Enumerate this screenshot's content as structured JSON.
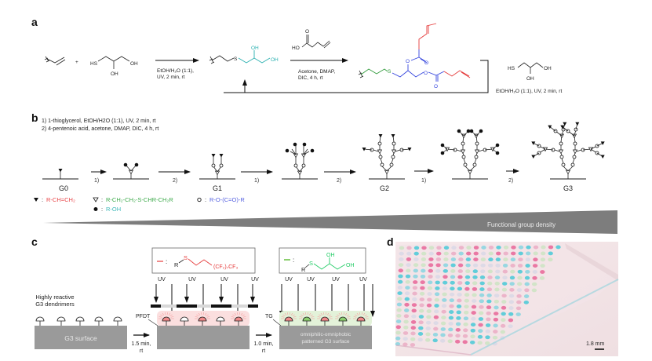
{
  "panels": {
    "a": "a",
    "b": "b",
    "c": "c",
    "d": "d"
  },
  "panel_a": {
    "plus": "+",
    "reagent_thiol": {
      "hs": "HS",
      "oh1": "OH",
      "oh2": "OH"
    },
    "step1_conditions": [
      "EtOH/H₂O (1:1),",
      "UV, 2 min, rt"
    ],
    "product1": {
      "s": "S",
      "oh1": "OH",
      "oh2": "OH"
    },
    "acid": {
      "o": "O",
      "ho": "HO"
    },
    "step2_conditions": [
      "Acetone, DMAP,",
      "DIC, 4 h, rt"
    ],
    "product2": {
      "s": "S",
      "o1": "O",
      "o2": "O",
      "o3": "O",
      "o4": "O"
    },
    "loop_reagent": {
      "hs": "HS",
      "oh1": "OH",
      "oh2": "OH"
    },
    "loop_conditions": "EtOH/H₂O (1:1), UV, 2 min, rt"
  },
  "panel_b": {
    "steps": [
      "1) 1-thioglycerol, EtOH/H2O (1:1), UV, 2 min, rt",
      "2) 4-pentenoic acid, acetone, DMAP, DIC, 4 h, rt"
    ],
    "generations": [
      "G0",
      "G1",
      "G2",
      "G3"
    ],
    "arrow_labels": [
      "1)",
      "2)",
      "1)",
      "2)",
      "1)",
      "2)"
    ],
    "legend": [
      {
        "symbol": "▼",
        "text": "R-CH=CH₂",
        "color": "#e8474a"
      },
      {
        "symbol": "▽",
        "text": "R-CH₂-CH₂-S-CHR-CH₂R",
        "color": "#3daa4b"
      },
      {
        "symbol": "○",
        "text": "R-O-(C=O)-R",
        "color": "#5561e0"
      },
      {
        "symbol": "●",
        "text": "R-OH",
        "color": "#3cb8b8"
      }
    ],
    "density_label": "Functional group density"
  },
  "panel_c": {
    "dendrimer_label": [
      "Highly reactive",
      "G3 dendrimers"
    ],
    "surface_label": "G3 surface",
    "arrow1": [
      "1.5 min,",
      "rt"
    ],
    "arrow2": [
      "1.0 min,",
      "rt"
    ],
    "pfdt_label": "PFDT",
    "tg_label": "TG",
    "uv": "UV",
    "pfdt_box": {
      "colon": ":",
      "r": "R",
      "s": "S",
      "chain": "(CF₂)₇CF₃"
    },
    "tg_box": {
      "colon": ":",
      "r": "R",
      "s": "S",
      "oh1": "OH",
      "oh2": "OH"
    },
    "final_surface": [
      "omniphilic-omniphobic",
      "patterned G3 surface"
    ],
    "colors": {
      "pfdt": "#f08a8a",
      "tg": "#8ccf6e"
    }
  },
  "panel_d": {
    "scale_bar": "1.8 mm"
  },
  "colors": {
    "teal": "#2ab0b0",
    "green": "#2f9a3a",
    "blue": "#3344dd",
    "red": "#e53a3a",
    "gray": "#8a8a8a"
  }
}
